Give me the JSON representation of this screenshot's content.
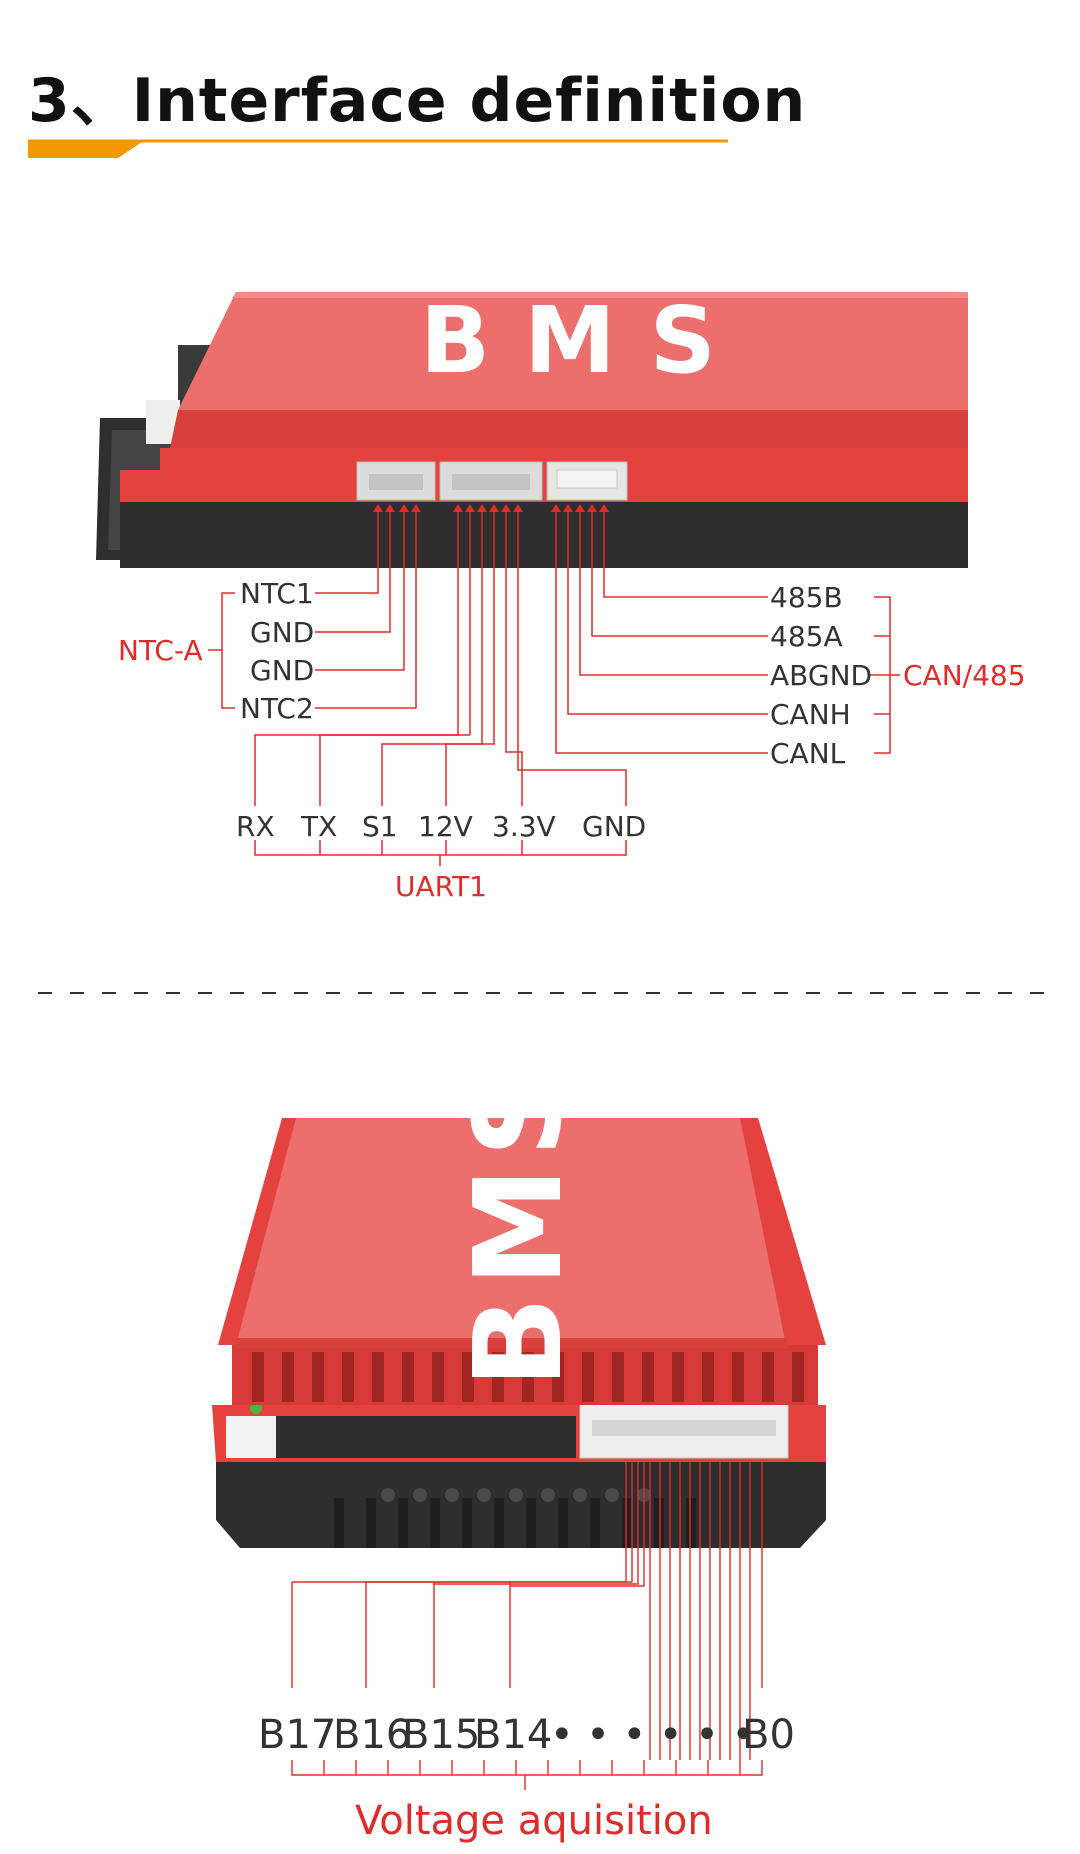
{
  "heading": {
    "title": "3、Interface definition",
    "accent_color": "#f39800"
  },
  "colors": {
    "bms_red": "#e8494a",
    "bms_top": "#ec6e6d",
    "dark": "#2e2e2e",
    "line_red": "#e02b2b",
    "connector": "#dcdcdc"
  },
  "top_module": {
    "brand": "BMS",
    "ntc_group": {
      "label": "NTC-A",
      "pins": [
        "NTC1",
        "GND",
        "GND",
        "NTC2"
      ]
    },
    "can485_group": {
      "label": "CAN/485",
      "pins": [
        "485B",
        "485A",
        "ABGND",
        "CANH",
        "CANL"
      ]
    },
    "uart_group": {
      "label": "UART1",
      "pins": [
        "RX",
        "TX",
        "S1",
        "12V",
        "3.3V",
        "GND"
      ]
    }
  },
  "bottom_module": {
    "brand": "BMS",
    "voltage_group": {
      "label": "Voltage aquisition",
      "pins": [
        "B17",
        "B16",
        "B15",
        "B14",
        "B0"
      ],
      "dots": "• • • • • •"
    }
  }
}
